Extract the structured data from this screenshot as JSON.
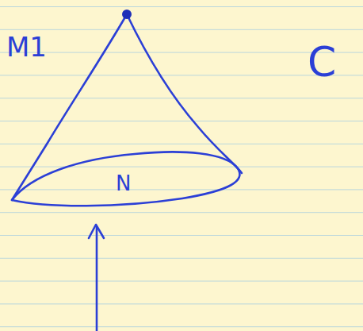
{
  "diagram": {
    "labels": [
      "M1",
      "N",
      "C"
    ]
  }
}
